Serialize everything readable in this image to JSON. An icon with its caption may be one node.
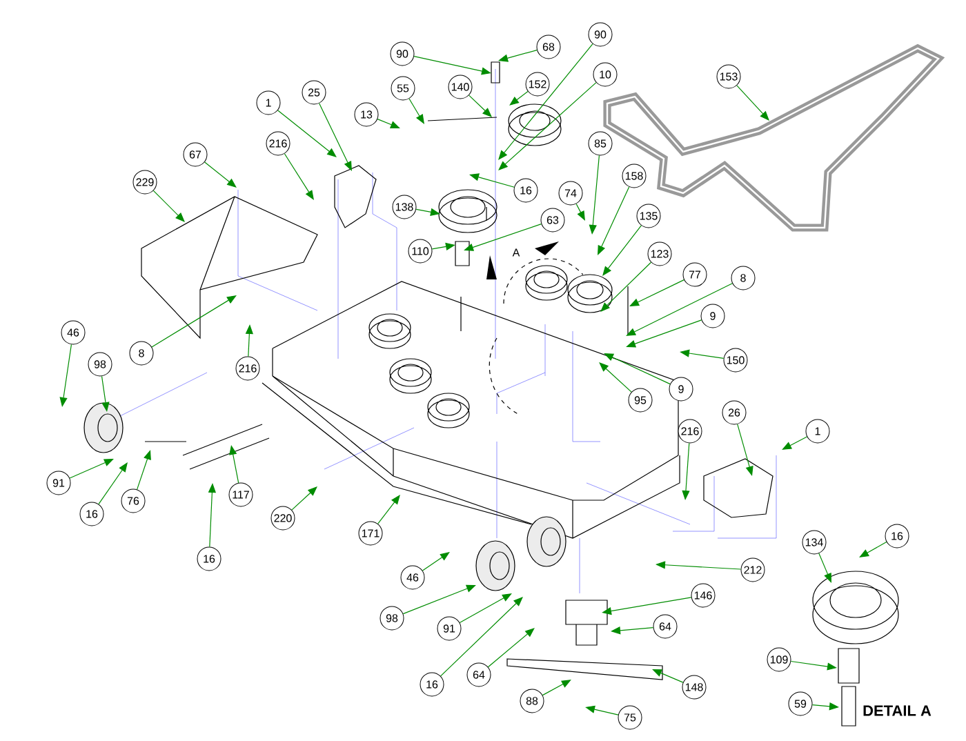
{
  "diagram": {
    "nodes": [
      {
        "text": [
          "90"
        ]
      },
      {
        "text": [
          "68"
        ]
      },
      {
        "text": [
          "90"
        ]
      },
      {
        "text": [
          "10"
        ]
      },
      {
        "text": [
          "140"
        ]
      },
      {
        "text": [
          "152"
        ]
      },
      {
        "text": [
          "55"
        ]
      },
      {
        "text": [
          "13"
        ]
      },
      {
        "text": [
          "153"
        ]
      },
      {
        "text": [
          "1"
        ]
      },
      {
        "text": [
          "25"
        ]
      },
      {
        "text": [
          "216"
        ]
      },
      {
        "text": [
          "67"
        ]
      },
      {
        "text": [
          "229"
        ]
      },
      {
        "text": [
          "16"
        ]
      },
      {
        "text": [
          "85"
        ]
      },
      {
        "text": [
          "158"
        ]
      },
      {
        "text": [
          "74"
        ]
      },
      {
        "text": [
          "135"
        ]
      },
      {
        "text": [
          "138"
        ]
      },
      {
        "text": [
          "63"
        ]
      },
      {
        "text": [
          "110"
        ]
      },
      {
        "text": [
          "123"
        ]
      },
      {
        "text": [
          "77"
        ]
      },
      {
        "text": [
          "8"
        ]
      },
      {
        "text": [
          "9"
        ]
      },
      {
        "text": [
          "150"
        ]
      },
      {
        "text": [
          "9"
        ]
      },
      {
        "text": [
          "95"
        ]
      },
      {
        "text": [
          "46"
        ]
      },
      {
        "text": [
          "98"
        ]
      },
      {
        "text": [
          "8"
        ]
      },
      {
        "text": [
          "216"
        ]
      },
      {
        "text": [
          "91"
        ]
      },
      {
        "text": [
          "16"
        ]
      },
      {
        "text": [
          "76"
        ]
      },
      {
        "text": [
          "117"
        ]
      },
      {
        "text": [
          "16"
        ]
      },
      {
        "text": [
          "220"
        ]
      },
      {
        "text": [
          "171"
        ]
      },
      {
        "text": [
          "216"
        ]
      },
      {
        "text": [
          "26"
        ]
      },
      {
        "text": [
          "1"
        ]
      },
      {
        "text": [
          "212"
        ]
      },
      {
        "text": [
          "46"
        ]
      },
      {
        "text": [
          "98"
        ]
      },
      {
        "text": [
          "91"
        ]
      },
      {
        "text": [
          "16"
        ]
      },
      {
        "text": [
          "146"
        ]
      },
      {
        "text": [
          "64"
        ]
      },
      {
        "text": [
          "64"
        ]
      },
      {
        "text": [
          "148"
        ]
      },
      {
        "text": [
          "88"
        ]
      },
      {
        "text": [
          "75"
        ]
      },
      {
        "text": [
          "134"
        ]
      },
      {
        "text": [
          "16"
        ]
      },
      {
        "text": [
          "109"
        ]
      },
      {
        "text": [
          "59"
        ]
      }
    ],
    "edges": [
      {
        "from": 0,
        "to": null,
        "arrow": "to"
      },
      {
        "from": 1,
        "to": null,
        "arrow": "to"
      },
      {
        "from": 2,
        "to": null,
        "arrow": "to"
      },
      {
        "from": 3,
        "to": null,
        "arrow": "to"
      },
      {
        "from": 4,
        "to": null,
        "arrow": "to"
      },
      {
        "from": 5,
        "to": null,
        "arrow": "to"
      },
      {
        "from": 6,
        "to": null,
        "arrow": "to"
      },
      {
        "from": 7,
        "to": null,
        "arrow": "to"
      },
      {
        "from": 8,
        "to": null,
        "arrow": "to"
      },
      {
        "from": 9,
        "to": null,
        "arrow": "to"
      },
      {
        "from": 10,
        "to": null,
        "arrow": "to"
      },
      {
        "from": 11,
        "to": null,
        "arrow": "to"
      },
      {
        "from": 12,
        "to": null,
        "arrow": "to"
      },
      {
        "from": 13,
        "to": null,
        "arrow": "to"
      },
      {
        "from": 14,
        "to": null,
        "arrow": "to"
      },
      {
        "from": 15,
        "to": null,
        "arrow": "to"
      },
      {
        "from": 16,
        "to": null,
        "arrow": "to"
      },
      {
        "from": 17,
        "to": null,
        "arrow": "to"
      },
      {
        "from": 18,
        "to": null,
        "arrow": "to"
      },
      {
        "from": 19,
        "to": null,
        "arrow": "to"
      },
      {
        "from": 20,
        "to": null,
        "arrow": "to"
      },
      {
        "from": 21,
        "to": null,
        "arrow": "to"
      },
      {
        "from": 22,
        "to": null,
        "arrow": "to"
      },
      {
        "from": 23,
        "to": null,
        "arrow": "to"
      },
      {
        "from": 24,
        "to": null,
        "arrow": "to"
      },
      {
        "from": 25,
        "to": null,
        "arrow": "to"
      },
      {
        "from": 26,
        "to": null,
        "arrow": "to"
      },
      {
        "from": 27,
        "to": null,
        "arrow": "to"
      },
      {
        "from": 28,
        "to": null,
        "arrow": "to"
      },
      {
        "from": 29,
        "to": null,
        "arrow": "to"
      },
      {
        "from": 30,
        "to": null,
        "arrow": "to"
      },
      {
        "from": 31,
        "to": null,
        "arrow": "to"
      },
      {
        "from": 32,
        "to": null,
        "arrow": "to"
      },
      {
        "from": 33,
        "to": null,
        "arrow": "to"
      },
      {
        "from": 34,
        "to": null,
        "arrow": "to"
      },
      {
        "from": 35,
        "to": null,
        "arrow": "to"
      },
      {
        "from": 36,
        "to": null,
        "arrow": "to"
      },
      {
        "from": 37,
        "to": null,
        "arrow": "to"
      },
      {
        "from": 38,
        "to": null,
        "arrow": "to"
      },
      {
        "from": 39,
        "to": null,
        "arrow": "to"
      },
      {
        "from": 40,
        "to": null,
        "arrow": "to"
      },
      {
        "from": 41,
        "to": null,
        "arrow": "to"
      },
      {
        "from": 42,
        "to": null,
        "arrow": "to"
      },
      {
        "from": 43,
        "to": null,
        "arrow": "to"
      },
      {
        "from": 44,
        "to": null,
        "arrow": "to"
      },
      {
        "from": 45,
        "to": null,
        "arrow": "to"
      },
      {
        "from": 46,
        "to": null,
        "arrow": "to"
      },
      {
        "from": 47,
        "to": null,
        "arrow": "to"
      },
      {
        "from": 48,
        "to": null,
        "arrow": "to"
      },
      {
        "from": 49,
        "to": null,
        "arrow": "to"
      },
      {
        "from": 50,
        "to": null,
        "arrow": "to"
      },
      {
        "from": 51,
        "to": null,
        "arrow": "to"
      },
      {
        "from": 52,
        "to": null,
        "arrow": "to"
      },
      {
        "from": 53,
        "to": null,
        "arrow": "to"
      },
      {
        "from": 54,
        "to": null,
        "arrow": "to"
      },
      {
        "from": 55,
        "to": null,
        "arrow": "to"
      },
      {
        "from": 56,
        "to": null,
        "arrow": "to"
      },
      {
        "from": 57,
        "to": null,
        "arrow": "to"
      }
    ],
    "labels": [
      "A",
      "DETAIL A"
    ]
  }
}
